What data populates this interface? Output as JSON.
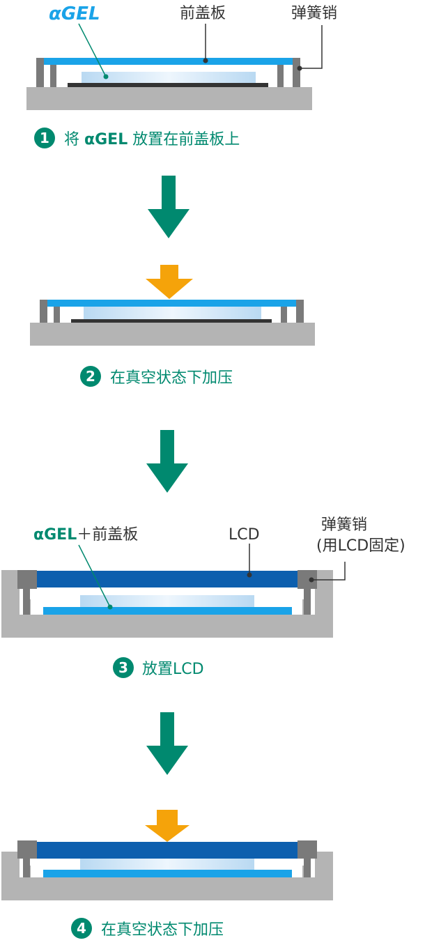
{
  "colors": {
    "green": "#00896f",
    "orange": "#f5a30a",
    "cover_blue": "#1aa3e8",
    "lcd_blue": "#0d5fae",
    "base_gray": "#b4b4b4",
    "pin_gray": "#7a7a7a",
    "gel_light": "#cfe6f7"
  },
  "labels": {
    "agel_logo": "αGEL",
    "front_cover": "前盖板",
    "spring_pin": "弹簧销",
    "lcd": "LCD",
    "agel_plus_cover_green": "αGEL",
    "agel_plus_cover_rest": "＋前盖板",
    "spring_pin_2": "弹簧销",
    "spring_pin_2_note": "(用LCD固定)"
  },
  "steps": [
    {
      "num": "1",
      "text_prefix": "将 ",
      "text_bold": "αGEL",
      "text_suffix": " 放置在前盖板上"
    },
    {
      "num": "2",
      "text": "在真空状态下加压"
    },
    {
      "num": "3",
      "text": "放置LCD"
    },
    {
      "num": "4",
      "text": "在真空状态下加压"
    }
  ]
}
